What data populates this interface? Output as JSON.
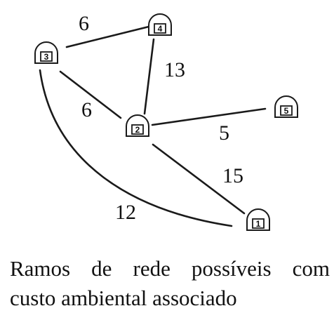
{
  "caption": {
    "line1": "Ramos de rede possíveis com",
    "line2": "custo ambiental associado"
  },
  "nodes": [
    {
      "id": "1",
      "label": "1"
    },
    {
      "id": "2",
      "label": "2"
    },
    {
      "id": "3",
      "label": "3"
    },
    {
      "id": "4",
      "label": "4"
    },
    {
      "id": "5",
      "label": "5"
    }
  ],
  "edges": [
    {
      "from": "3",
      "to": "4",
      "weight": "6"
    },
    {
      "from": "4",
      "to": "2",
      "weight": "13"
    },
    {
      "from": "3",
      "to": "2",
      "weight": "6"
    },
    {
      "from": "2",
      "to": "5",
      "weight": "5"
    },
    {
      "from": "2",
      "to": "1",
      "weight": "15"
    },
    {
      "from": "3",
      "to": "1",
      "weight": "12"
    }
  ]
}
